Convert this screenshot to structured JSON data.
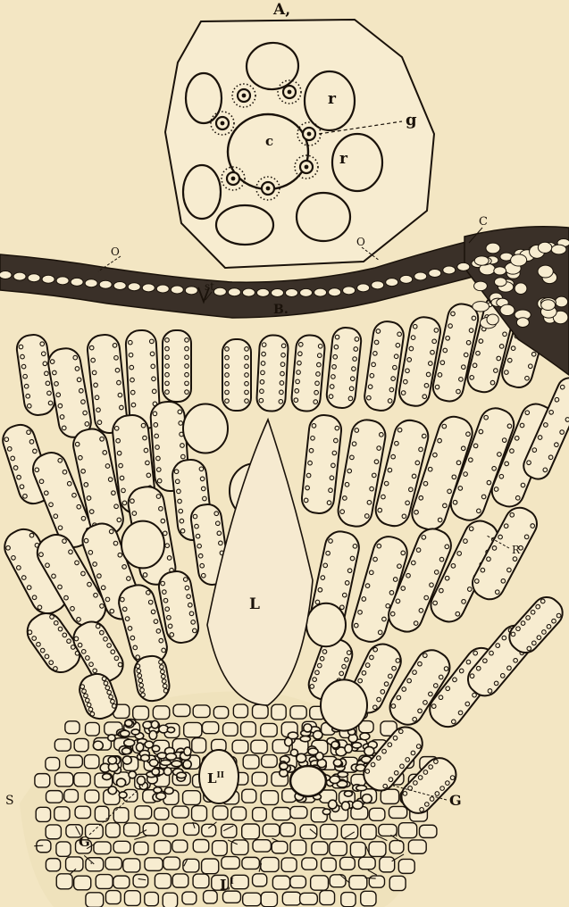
{
  "figure": {
    "colors": {
      "paper": "#f3e6c3",
      "ink": "#1a120a",
      "cuticle": "#3a3028",
      "cell_fill": "#f7ecd0"
    },
    "panel_a": {
      "label": "A,",
      "cell_labels": {
        "central": "c",
        "resin_upper": "r",
        "resin_lower": "r"
      },
      "pointer_label": "g"
    },
    "panel_b": {
      "label": "B.",
      "labels": {
        "outer_left": "O",
        "outer_right": "O",
        "stoma": "st",
        "cuticle": "C",
        "lacuna": "L",
        "radial": "R",
        "strand_left": "G",
        "strand_right": "G",
        "side_left": "S"
      },
      "inner_lacuna": {
        "base": "L",
        "sup": "II"
      },
      "lower_lacuna": {
        "base": "L",
        "sup": "I"
      }
    }
  }
}
